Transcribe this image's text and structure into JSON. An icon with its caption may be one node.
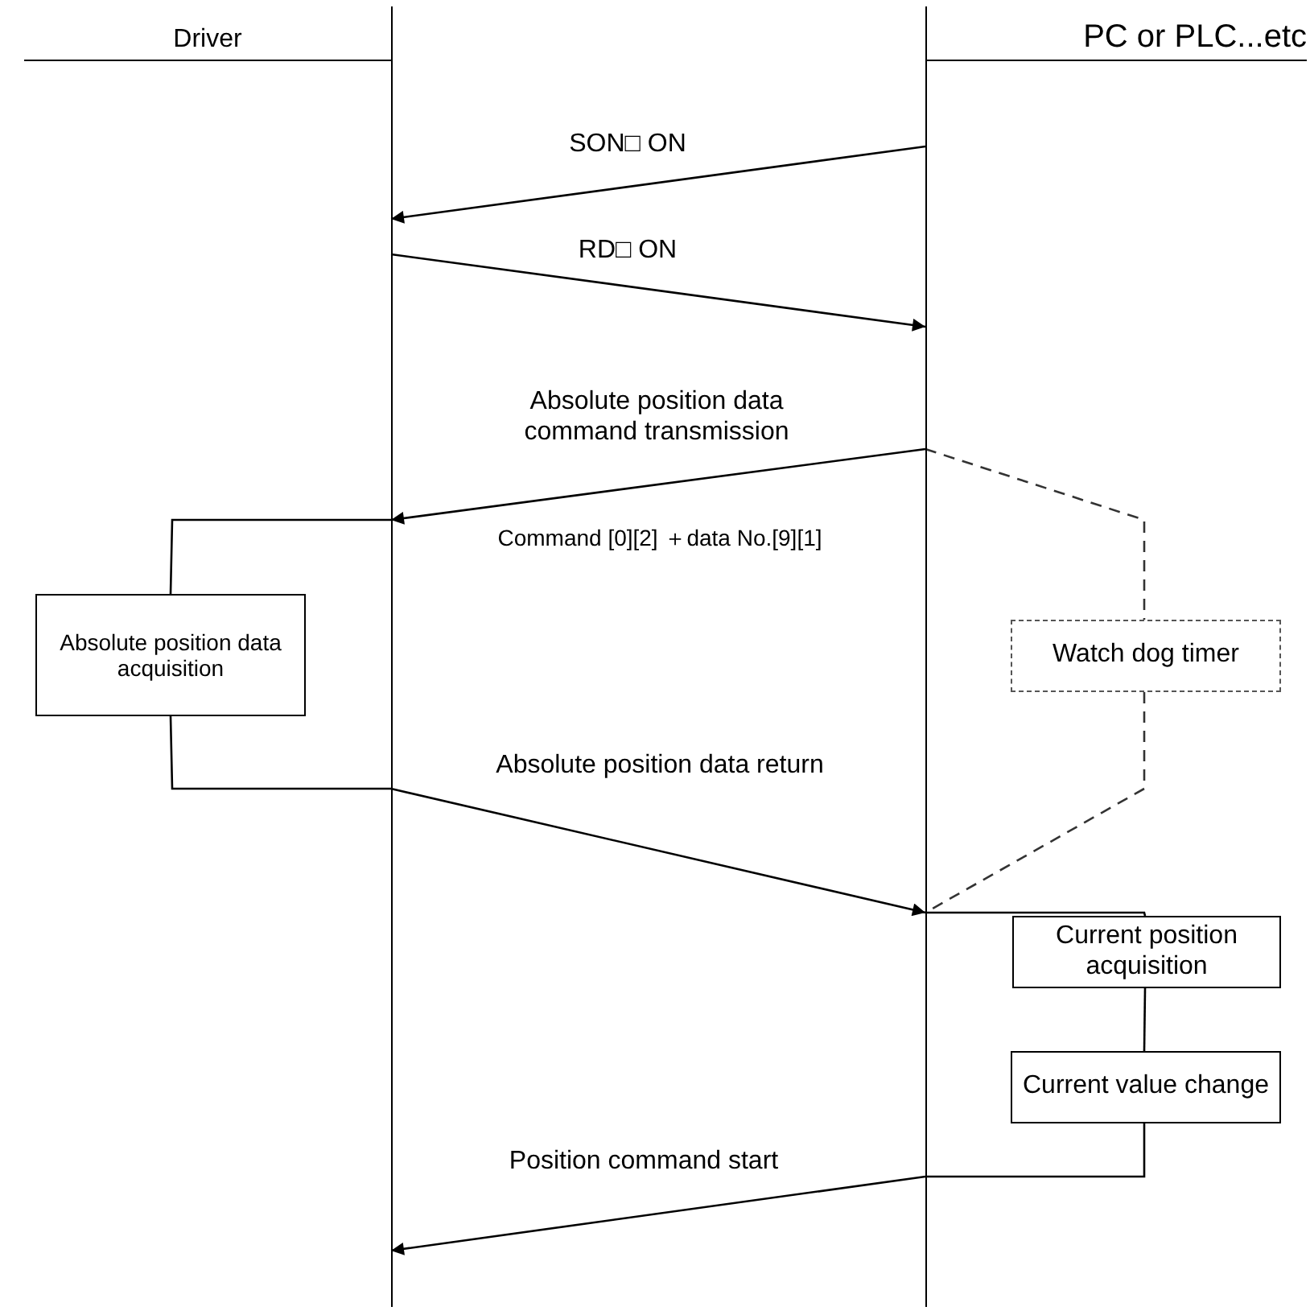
{
  "diagram": {
    "nodes": [
      {
        "text": [
          "Driver"
        ]
      },
      {
        "text": [
          "PC or PLC...etc"
        ]
      },
      {
        "text": [
          "Absolute position data acquisition"
        ],
        "in": 0
      },
      {
        "text": [
          "Watch dog timer"
        ],
        "in": 1
      },
      {
        "text": [
          "Current position acquisition"
        ],
        "in": 1
      },
      {
        "text": [
          "Current value change"
        ],
        "in": 1
      }
    ],
    "edges": [
      {
        "from": 1,
        "to": 0,
        "arrow": "to",
        "label": "SON□ ON"
      },
      {
        "from": 0,
        "to": 1,
        "arrow": "to",
        "label": "RD□ ON"
      },
      {
        "from": 1,
        "to": 0,
        "arrow": "to",
        "label": "Absolute position data command transmission"
      },
      {
        "from": 0,
        "to": 2,
        "arrow": "none"
      },
      {
        "from": 2,
        "to": 0,
        "arrow": "none"
      },
      {
        "from": 1,
        "to": 3,
        "arrow": "none",
        "style": "dashed"
      },
      {
        "from": 3,
        "to": 1,
        "arrow": "none",
        "style": "dashed"
      },
      {
        "from": 0,
        "to": 1,
        "arrow": "to",
        "label": "Absolute position data return"
      },
      {
        "from": 1,
        "to": 4,
        "arrow": "none"
      },
      {
        "from": 4,
        "to": 5,
        "arrow": "none"
      },
      {
        "from": 5,
        "to": 1,
        "arrow": "none"
      },
      {
        "from": 1,
        "to": 0,
        "arrow": "to",
        "label": "Position command start"
      }
    ],
    "labels": [
      "Command [0][2] ＋data No.[9][1]"
    ]
  }
}
